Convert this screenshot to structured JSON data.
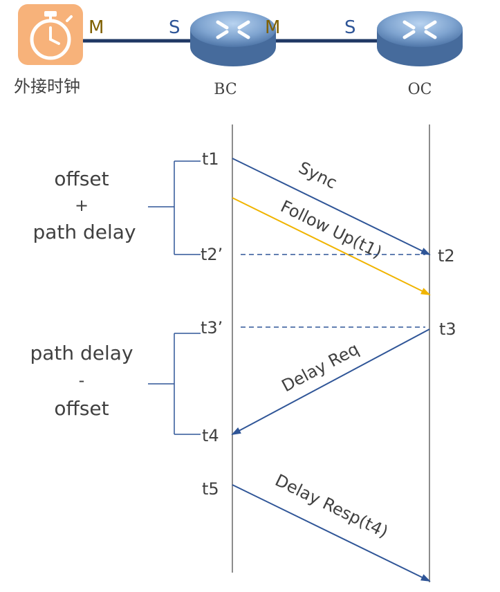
{
  "topology": {
    "clock_label": "外接时钟",
    "bc_label": "BC",
    "oc_label": "OC",
    "ports": {
      "clock_bc_left": "M",
      "clock_bc_right": "S",
      "bc_oc_left": "M",
      "bc_oc_right": "S"
    }
  },
  "messages": {
    "sync": "Sync",
    "follow_up": "Follow Up(t1)",
    "delay_req": "Delay Req",
    "delay_resp": "Delay Resp(t4)"
  },
  "timestamps": {
    "t1": "t1",
    "t2prime": "t2’",
    "t2": "t2",
    "t3prime": "t3’",
    "t3": "t3",
    "t4": "t4",
    "t5": "t5"
  },
  "brackets": {
    "top": {
      "line1": "offset",
      "line2": "+",
      "line3": "path delay"
    },
    "bottom": {
      "line1": "path delay",
      "line2": "-",
      "line3": "offset"
    }
  },
  "colors": {
    "link": "#1f3864",
    "master_port": "#7f6000",
    "slave_port": "#2e5597",
    "arrow_blue": "#2f5597",
    "arrow_yellow": "#f0b400",
    "clock_bg": "#f7b27a"
  }
}
